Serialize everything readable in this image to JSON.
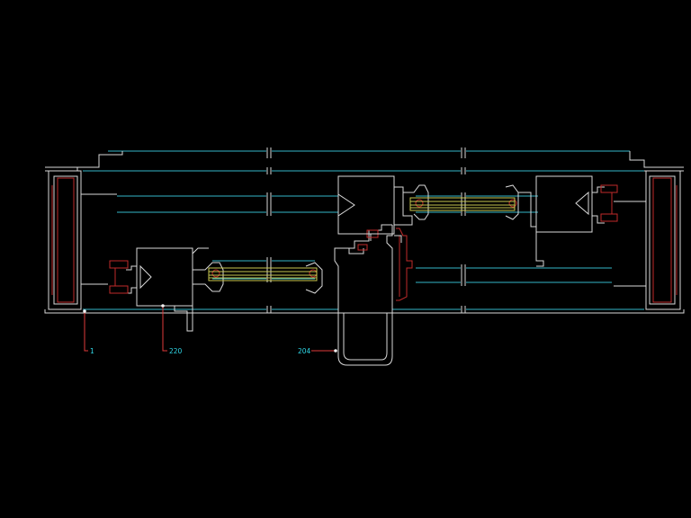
{
  "canvas": {
    "background": "#000000"
  },
  "colors": {
    "profile": "#d9d9d9",
    "glass_line": "#35b6c9",
    "leader": "#e03a3a",
    "gasket": "#c02a2a",
    "glass_pane": "#c8c850",
    "label": "#2fd6e6",
    "node": "#f0f0f0"
  },
  "callouts": [
    {
      "id": "frame",
      "text": "1"
    },
    {
      "id": "sash-left",
      "text": "220"
    },
    {
      "id": "interlock",
      "text": "204"
    }
  ]
}
